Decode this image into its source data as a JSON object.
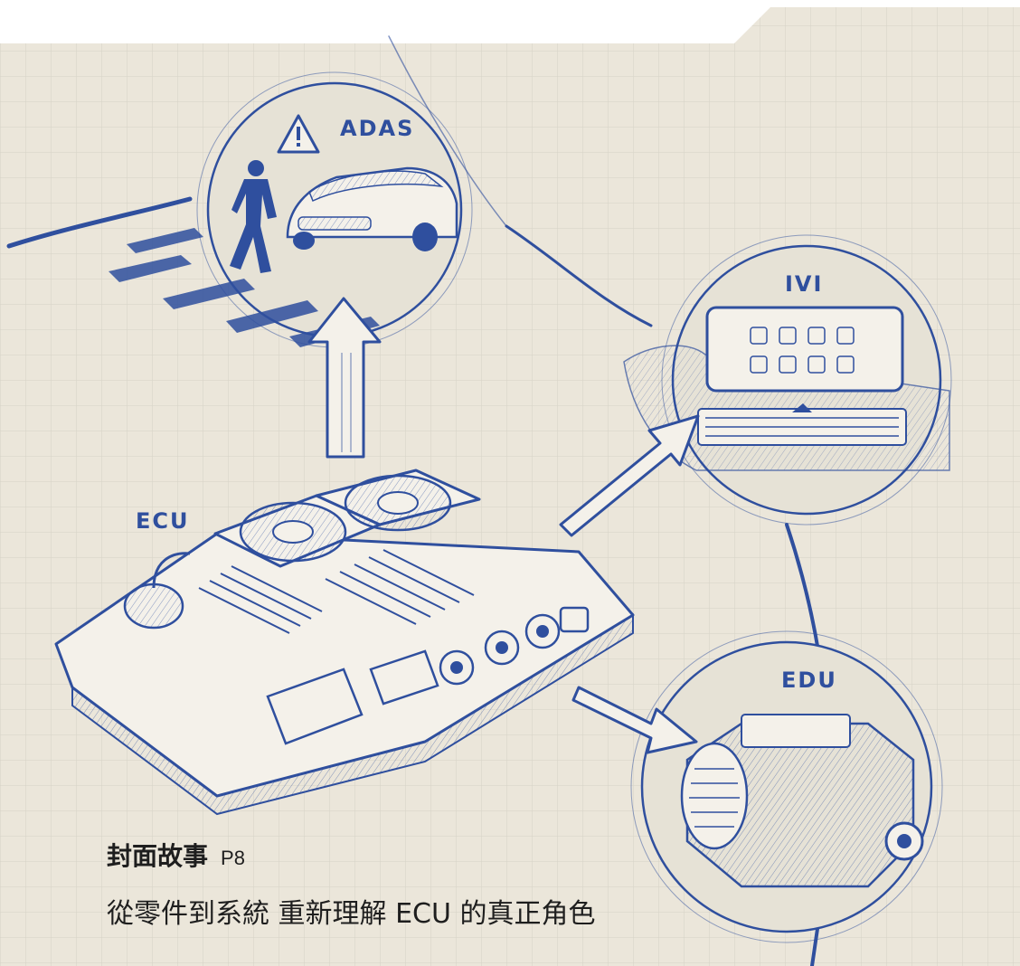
{
  "colors": {
    "paper": "#ebe6da",
    "grid": "#d6d2c6",
    "ink": "#2f4f9e",
    "text": "#1e1e1e"
  },
  "labels": {
    "adas": "ADAS",
    "ivi": "IVI",
    "ecu": "ECU",
    "edu": "EDU"
  },
  "caption": {
    "title": "封面故事",
    "page": "P8",
    "subtitle": "從零件到系統 重新理解 ECU 的真正角色"
  }
}
